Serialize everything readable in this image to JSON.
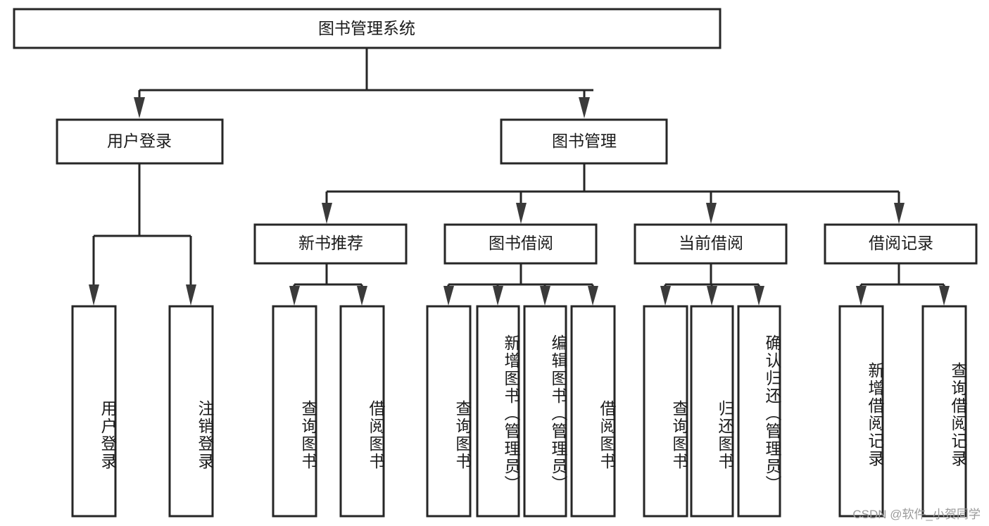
{
  "diagram": {
    "type": "tree-hierarchy-chart",
    "title": "图书管理系统",
    "colors": {
      "background": "#ffffff",
      "node_stroke": "#262626",
      "node_fill": "#ffffff",
      "edge": "#262626",
      "text": "#1b1b1b",
      "watermark": "#9a9a9a"
    },
    "root": {
      "id": "root",
      "label": "图书管理系统",
      "orientation": "horizontal"
    },
    "level2": [
      {
        "id": "user-login",
        "label": "用户登录",
        "orientation": "horizontal"
      },
      {
        "id": "book-management",
        "label": "图书管理",
        "orientation": "horizontal"
      }
    ],
    "level3": [
      {
        "id": "new-book-recommend",
        "label": "新书推荐",
        "orientation": "horizontal",
        "parent": "book-management"
      },
      {
        "id": "book-borrow",
        "label": "图书借阅",
        "orientation": "horizontal",
        "parent": "book-management"
      },
      {
        "id": "current-borrow",
        "label": "当前借阅",
        "orientation": "horizontal",
        "parent": "book-management"
      },
      {
        "id": "borrow-record",
        "label": "借阅记录",
        "orientation": "horizontal",
        "parent": "book-management"
      }
    ],
    "leaves": [
      {
        "id": "leaf-user-login",
        "label": "用户登录",
        "orientation": "vertical",
        "parent": "user-login"
      },
      {
        "id": "leaf-logout-login",
        "label": "注销登录",
        "orientation": "vertical",
        "parent": "user-login"
      },
      {
        "id": "leaf-query-book-1",
        "label": "查询图书",
        "orientation": "vertical",
        "parent": "new-book-recommend"
      },
      {
        "id": "leaf-borrow-book-1",
        "label": "借阅图书",
        "orientation": "vertical",
        "parent": "new-book-recommend"
      },
      {
        "id": "leaf-query-book-2",
        "label": "查询图书",
        "orientation": "vertical",
        "parent": "book-borrow"
      },
      {
        "id": "leaf-add-book-admin",
        "label": "新增图书（管理员）",
        "orientation": "vertical",
        "parent": "book-borrow"
      },
      {
        "id": "leaf-edit-book-admin",
        "label": "编辑图书（管理员）",
        "orientation": "vertical",
        "parent": "book-borrow"
      },
      {
        "id": "leaf-borrow-book-2",
        "label": "借阅图书",
        "orientation": "vertical",
        "parent": "book-borrow"
      },
      {
        "id": "leaf-query-book-3",
        "label": "查询图书",
        "orientation": "vertical",
        "parent": "current-borrow"
      },
      {
        "id": "leaf-return-book",
        "label": "归还图书",
        "orientation": "vertical",
        "parent": "current-borrow"
      },
      {
        "id": "leaf-confirm-return-admin",
        "label": "确认归还（管理员）",
        "orientation": "vertical",
        "parent": "current-borrow"
      },
      {
        "id": "leaf-add-borrow-record",
        "label": "新增借阅记录",
        "orientation": "vertical",
        "parent": "borrow-record"
      },
      {
        "id": "leaf-query-borrow-record",
        "label": "查询借阅记录",
        "orientation": "vertical",
        "parent": "borrow-record"
      }
    ]
  },
  "watermark": {
    "text": "CSDN @软件_小贺同学"
  }
}
